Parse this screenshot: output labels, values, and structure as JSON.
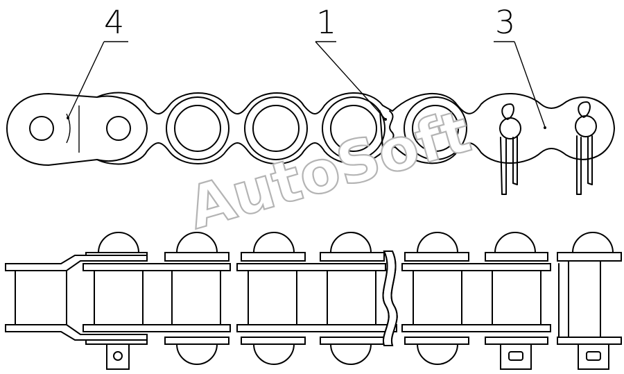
{
  "callouts": [
    {
      "id": "4",
      "label": "4"
    },
    {
      "id": "1",
      "label": "1"
    },
    {
      "id": "3",
      "label": "3"
    }
  ],
  "watermark": "AutoSoft"
}
